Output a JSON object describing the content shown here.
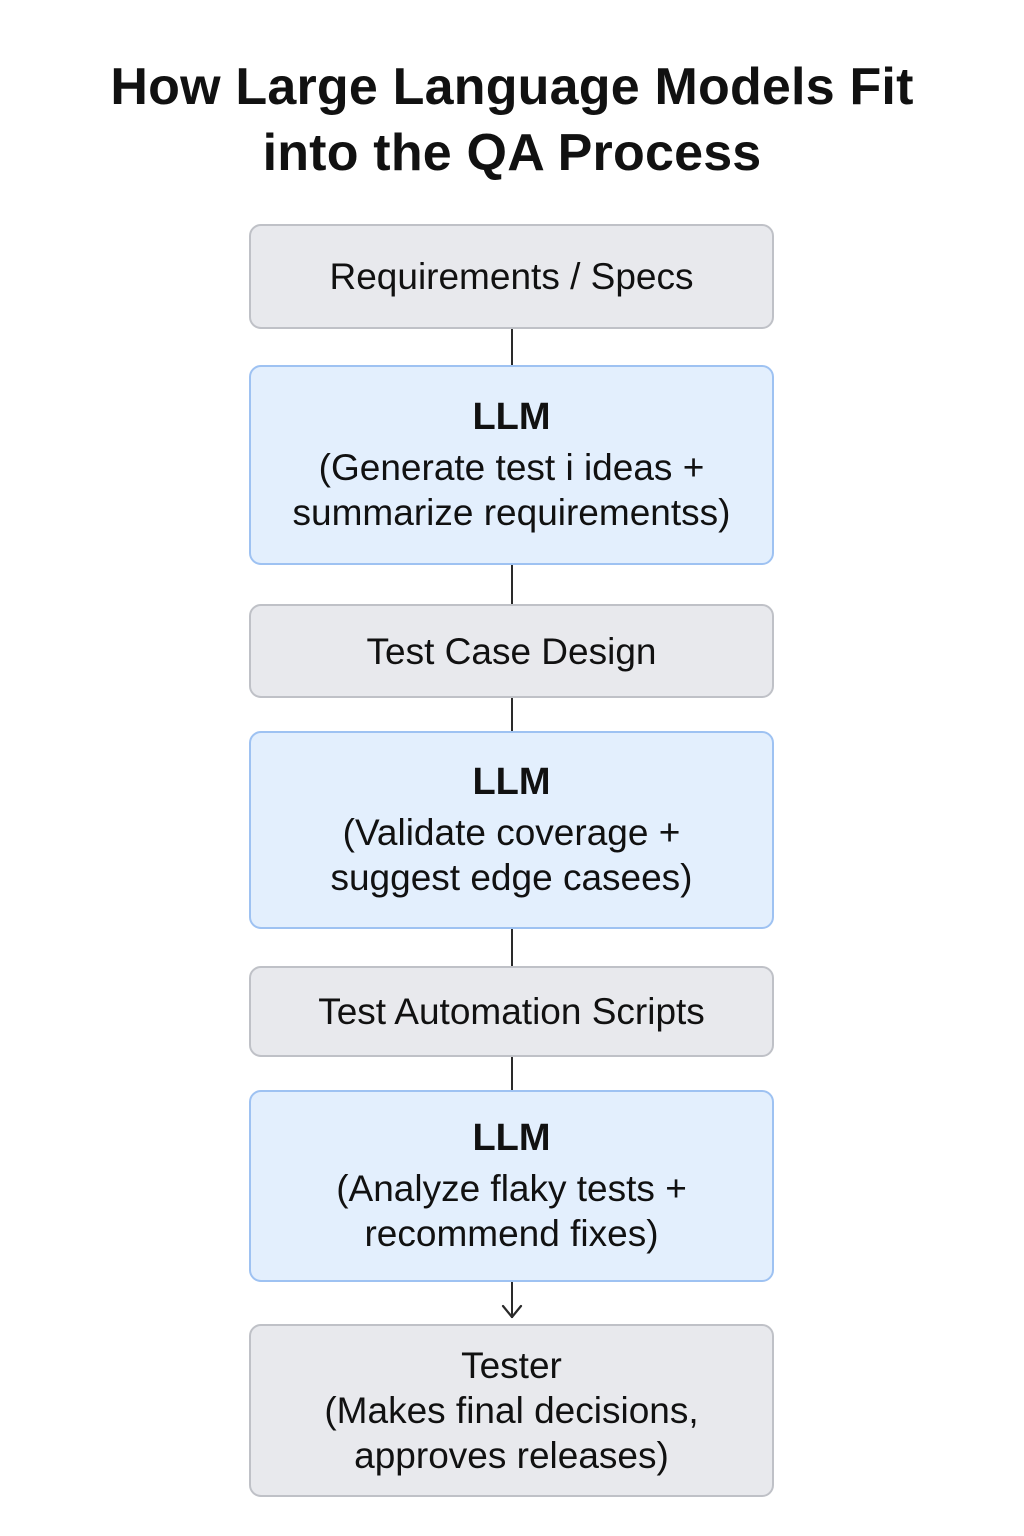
{
  "title": {
    "line1": "How Large Language Models Fit",
    "line2": "into the QA Process"
  },
  "steps": [
    {
      "lines": [
        "Requirements / Specs"
      ]
    },
    {
      "heading": "LLM",
      "lines": [
        "(Generate test i ideas +",
        "summarize requirementss)"
      ]
    },
    {
      "lines": [
        "Test Case Design"
      ]
    },
    {
      "heading": "LLM",
      "lines": [
        "(Validate coverage +",
        "suggest edge casees)"
      ]
    },
    {
      "lines": [
        "Test Automation Scripts"
      ]
    },
    {
      "heading": "LLM",
      "lines": [
        "(Analyze flaky tests +",
        "recommend fixes)"
      ]
    },
    {
      "lines": [
        "Tester",
        "(Makes final decisions,",
        "approves releases)"
      ]
    }
  ],
  "colors": {
    "gray_fill": "#e8e9ed",
    "gray_border": "#bfc1c7",
    "blue_fill": "#e3effd",
    "blue_border": "#9ec2f2",
    "connector": "#2a2a2a"
  }
}
